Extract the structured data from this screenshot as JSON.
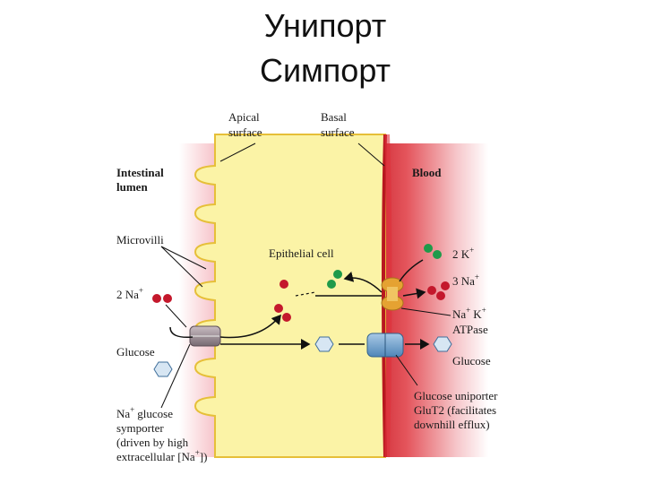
{
  "slide": {
    "title_line1": "Унипорт",
    "title_line2": "Симпорт"
  },
  "diagram": {
    "apical_surface": [
      "Apical",
      "surface"
    ],
    "basal_surface": [
      "Basal",
      "surface"
    ],
    "intestinal_lumen": [
      "Intestinal",
      "lumen"
    ],
    "blood": "Blood",
    "microvilli": "Microvilli",
    "epithelial_cell": "Epithelial cell",
    "na_in": "2 Na",
    "k_out": "2 K",
    "na_out": "3 Na",
    "atpase": [
      "Na",
      "K",
      "ATPase"
    ],
    "glucose_left": "Glucose",
    "glucose_right": "Glucose",
    "uniporter": [
      "Glucose uniporter",
      "GluT2 (facilitates",
      "downhill efflux)"
    ],
    "symporter": [
      "Na",
      "glucose",
      "symporter",
      "(driven by high",
      "extracellular [Na"
    ],
    "plus": "+",
    "bracket_close": "])"
  },
  "colors": {
    "lumen": "#f7c9cf",
    "cell": "#fbf4a8",
    "cell_stroke": "#e8c23a",
    "blood": "#d8252e",
    "na_ion": "#c4182c",
    "k_ion": "#1f9a4a",
    "glucose": "#d7e6f3",
    "uniporter": "#7aa8cf",
    "symporter": "#9a8a92",
    "atpase": "#e7a93a"
  }
}
